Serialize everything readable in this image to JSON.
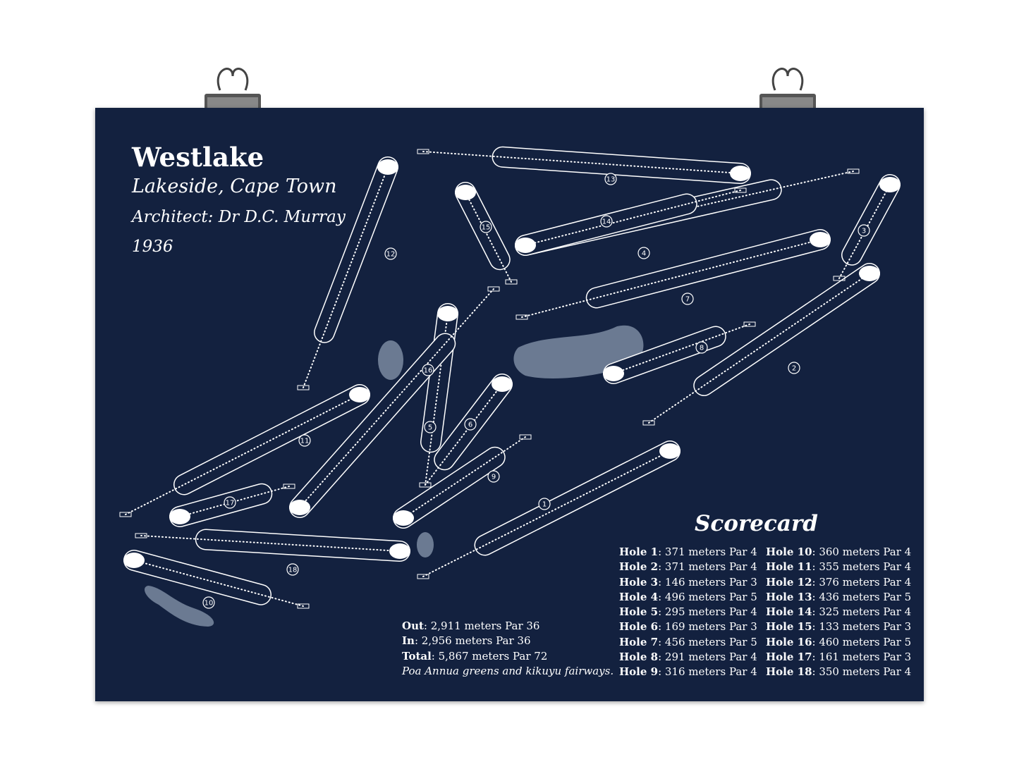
{
  "header": {
    "title": "Westlake",
    "location": "Lakeside, Cape Town",
    "architect": "Architect: Dr D.C. Murray",
    "year": "1936"
  },
  "scorecard": {
    "title": "Scorecard",
    "holes": [
      {
        "label": "Hole 1",
        "detail": ": 371 meters Par 4"
      },
      {
        "label": "Hole 2",
        "detail": ": 371 meters Par 4"
      },
      {
        "label": "Hole 3",
        "detail": ": 146 meters Par 3"
      },
      {
        "label": "Hole 4",
        "detail": ": 496 meters Par 5"
      },
      {
        "label": "Hole 5",
        "detail": ": 295 meters Par 4"
      },
      {
        "label": "Hole 6",
        "detail": ": 169 meters Par 3"
      },
      {
        "label": "Hole 7",
        "detail": ": 456 meters Par 5"
      },
      {
        "label": "Hole 8",
        "detail": ": 291 meters Par 4"
      },
      {
        "label": "Hole 9",
        "detail": ": 316 meters Par 4"
      },
      {
        "label": "Hole 10",
        "detail": ": 360 meters Par 4"
      },
      {
        "label": "Hole 11",
        "detail": ": 355 meters Par 4"
      },
      {
        "label": "Hole 12",
        "detail": ": 376 meters Par 4"
      },
      {
        "label": "Hole 13",
        "detail": ": 436 meters Par 5"
      },
      {
        "label": "Hole 14",
        "detail": ": 325 meters Par 4"
      },
      {
        "label": "Hole 15",
        "detail": ": 133 meters Par 3"
      },
      {
        "label": "Hole 16",
        "detail": ": 460 meters Par 5"
      },
      {
        "label": "Hole 17",
        "detail": ": 161 meters Par 3"
      },
      {
        "label": "Hole 18",
        "detail": ": 350 meters Par 4"
      }
    ]
  },
  "totals": {
    "out_label": "Out",
    "out": ": 2,911 meters Par 36",
    "in_label": "In",
    "in": ": 2,956 meters Par 36",
    "total_label": "Total",
    "total": ": 5,867 meters Par 72",
    "note": "Poa Annua greens and kikuyu fairways."
  },
  "map_labels": [
    "1",
    "2",
    "3",
    "4",
    "5",
    "6",
    "7",
    "8",
    "9",
    "10",
    "11",
    "12",
    "13",
    "14",
    "15",
    "16",
    "17",
    "18"
  ],
  "colors": {
    "background": "#13213f",
    "lines": "#ffffff",
    "water": "#6b7a92"
  }
}
